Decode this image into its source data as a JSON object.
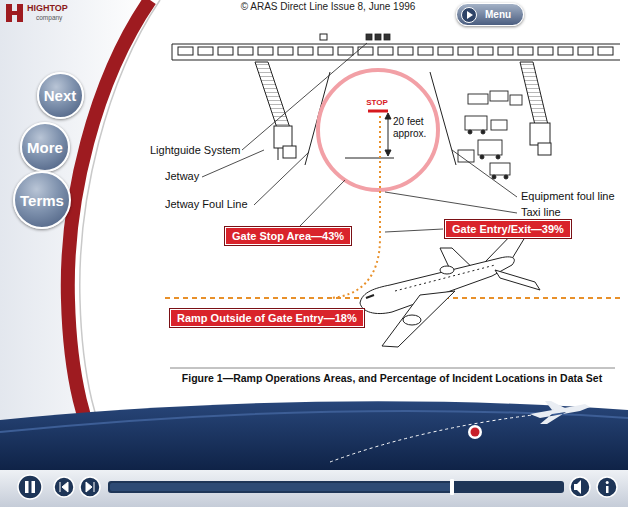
{
  "diagram": {
    "caption": "Figure 1—Ramp Operations Areas, and Percentage of Incident Locations in Data Set",
    "nodes": [
      {
        "text": [
          "Menu"
        ]
      },
      {
        "text": [
          "Next"
        ]
      },
      {
        "text": [
          "More"
        ]
      },
      {
        "text": [
          "Terms"
        ]
      },
      {
        "text": [
          "Gate Entry/Exit—39%"
        ]
      },
      {
        "text": [
          "Gate Stop Area—43%"
        ]
      },
      {
        "text": [
          "Ramp Outside of Gate Entry—18%"
        ]
      }
    ],
    "labels": [
      "HIGHTOP",
      "company",
      "© ARAS Direct Line Issue 8, June 1996",
      "STOP",
      "20 feet approx.",
      "Lightguide System",
      "Jetway",
      "Jetway Foul Line",
      "Equipment foul line",
      "Taxi line"
    ]
  }
}
